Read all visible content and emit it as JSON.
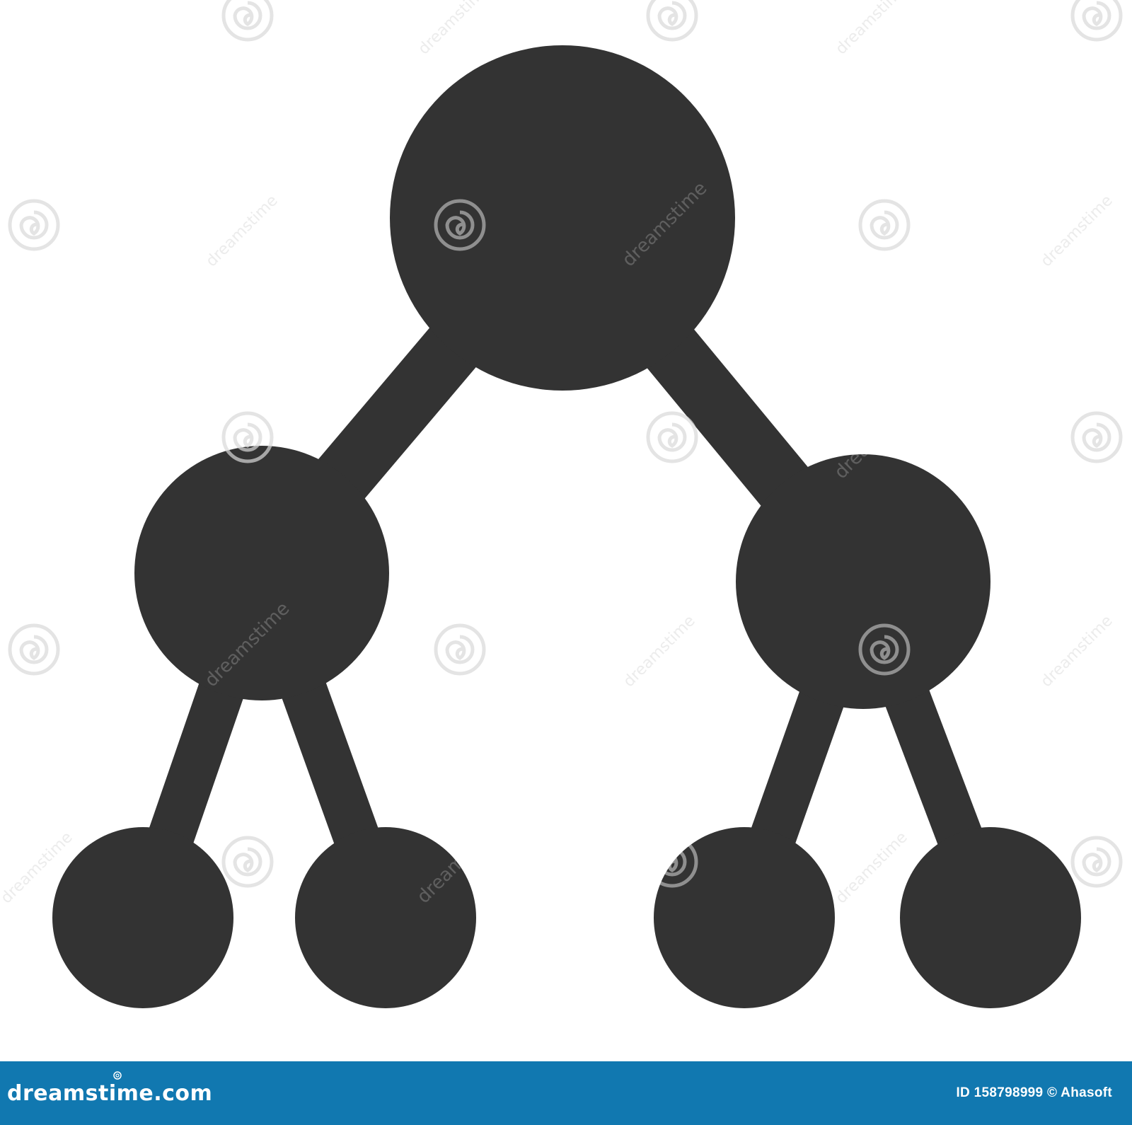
{
  "icon": {
    "name": "hierarchy-tree-icon",
    "fill_color": "#333333",
    "background_color": "#ffffff"
  },
  "watermark": {
    "text": "dreamstime",
    "swirl_icon": "dreamstime-swirl-icon"
  },
  "footer": {
    "background_color": "#1178b0",
    "brand": "dreamstime.com",
    "credit": "ID 158798999 © Ahasoft"
  }
}
